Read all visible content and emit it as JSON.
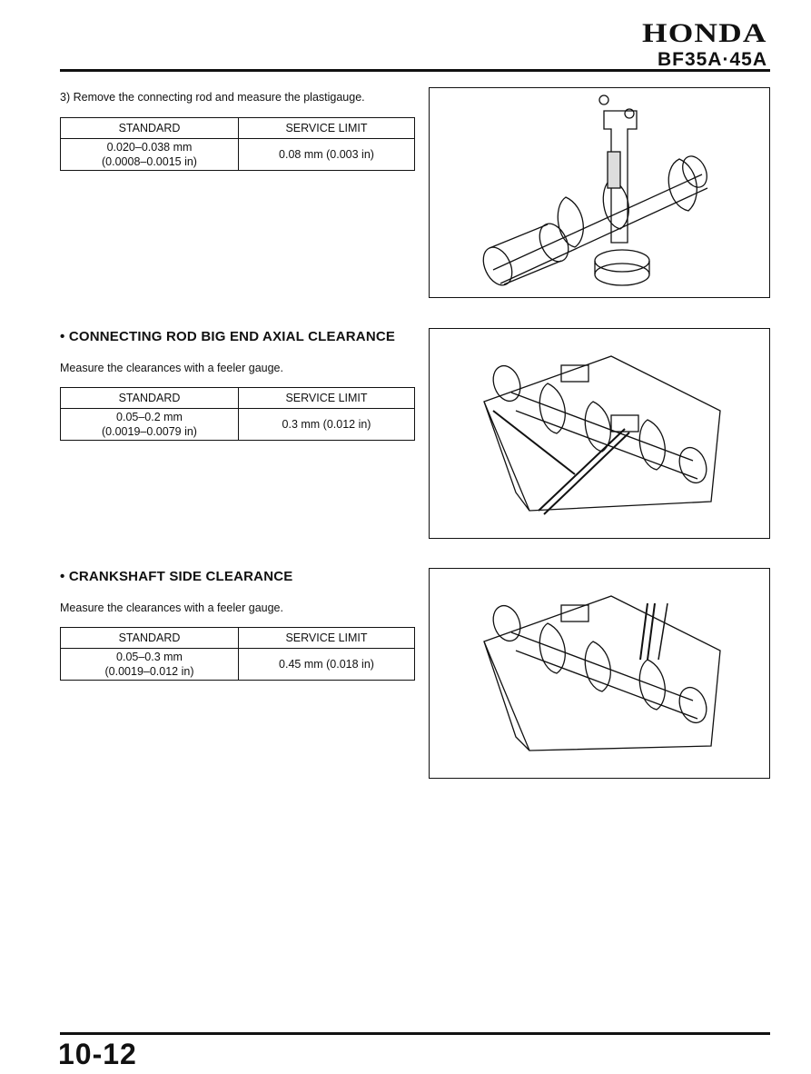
{
  "header": {
    "brand": "HONDA",
    "model": "BF35A·45A"
  },
  "sections": [
    {
      "heading": "",
      "instruction": "3) Remove the connecting rod and measure the plastigauge.",
      "table": {
        "col1": "STANDARD",
        "col2": "SERVICE LIMIT",
        "standard_line1": "0.020–0.038 mm",
        "standard_line2": "(0.0008–0.0015 in)",
        "service_limit": "0.08 mm (0.003 in)"
      }
    },
    {
      "heading": "• CONNECTING ROD BIG END AXIAL CLEARANCE",
      "instruction": "Measure the clearances with a feeler gauge.",
      "table": {
        "col1": "STANDARD",
        "col2": "SERVICE LIMIT",
        "standard_line1": "0.05–0.2 mm",
        "standard_line2": "(0.0019–0.0079 in)",
        "service_limit": "0.3 mm (0.012 in)"
      }
    },
    {
      "heading": "• CRANKSHAFT SIDE CLEARANCE",
      "instruction": "Measure the clearances with a feeler gauge.",
      "table": {
        "col1": "STANDARD",
        "col2": "SERVICE LIMIT",
        "standard_line1": "0.05–0.3 mm",
        "standard_line2": "(0.0019–0.012 in)",
        "service_limit": "0.45 mm (0.018 in)"
      }
    }
  ],
  "figures": [
    {
      "icon": "crankshaft-plastigauge-illustration"
    },
    {
      "icon": "connecting-rod-feeler-gauge-illustration"
    },
    {
      "icon": "crankshaft-side-feeler-gauge-illustration"
    }
  ],
  "footer": {
    "page_number": "10-12"
  }
}
